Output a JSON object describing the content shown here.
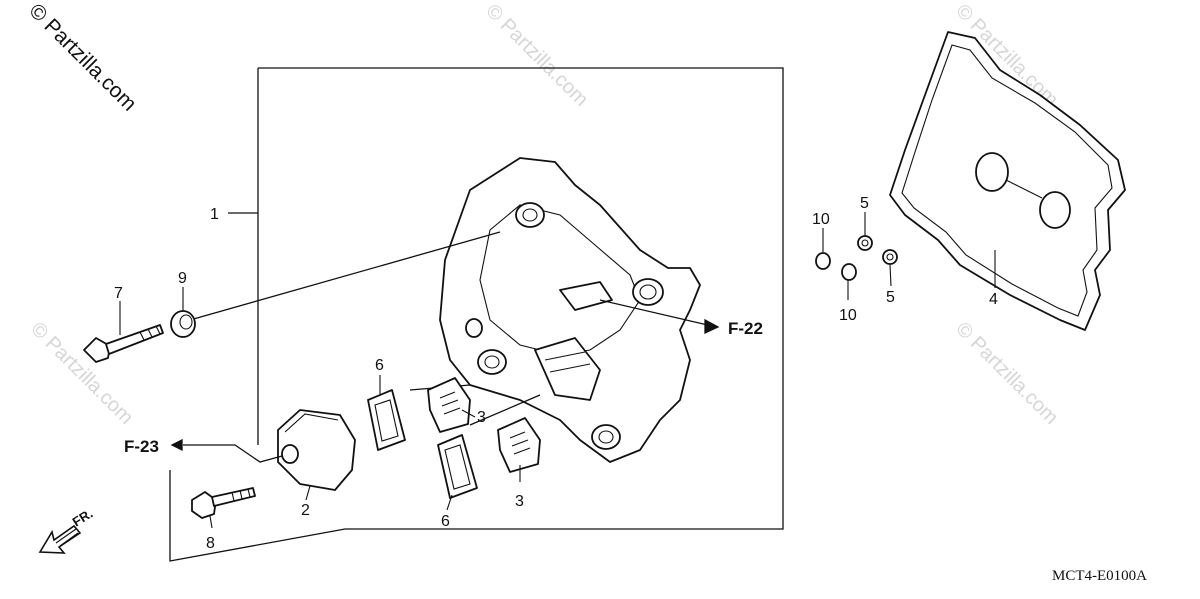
{
  "watermarks": {
    "primary": "© Partzilla.com",
    "faint": "© Partzilla.com"
  },
  "callouts": {
    "p1": "1",
    "p2": "2",
    "p3a": "3",
    "p3b": "3",
    "p4": "4",
    "p5a": "5",
    "p5b": "5",
    "p6a": "6",
    "p6b": "6",
    "p7": "7",
    "p8": "8",
    "p9": "9",
    "p10a": "10",
    "p10b": "10"
  },
  "references": {
    "f22": "F-22",
    "f23": "F-23",
    "front": "FR."
  },
  "diagram_code": "MCT4-E0100A",
  "colors": {
    "ink": "#111111",
    "watermark": "#d6d6d6",
    "background": "#ffffff"
  }
}
